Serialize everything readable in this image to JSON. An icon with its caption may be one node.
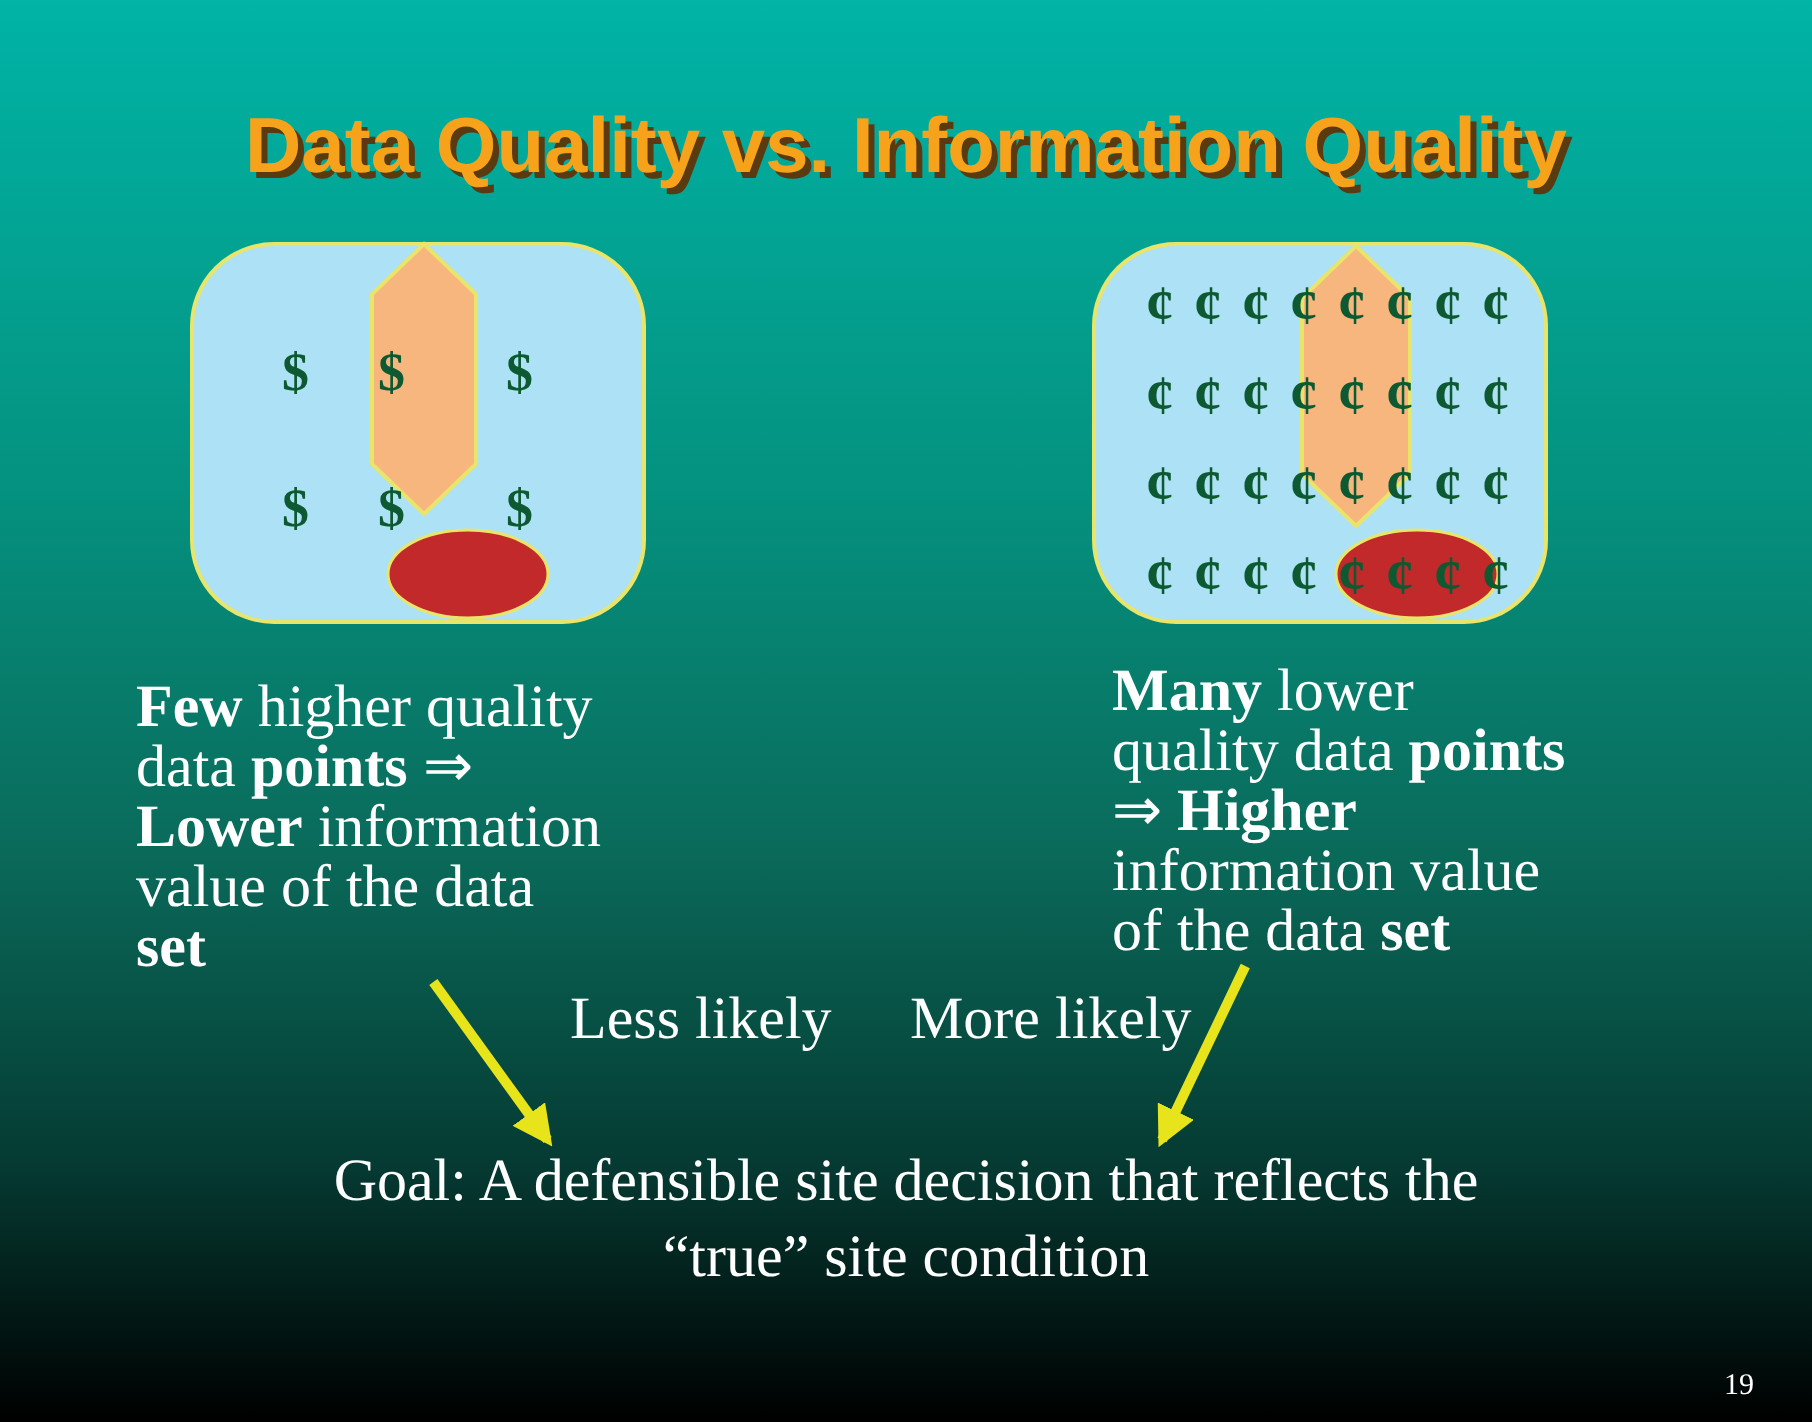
{
  "diagram": {
    "title": "Data Quality vs. Information Quality",
    "nodes": [
      {
        "text": [
          "$",
          "$",
          "$",
          "$",
          "$",
          "$"
        ]
      },
      {
        "text": [
          "¢",
          "¢",
          "¢",
          "¢",
          "¢",
          "¢",
          "¢",
          "¢",
          "¢",
          "¢",
          "¢",
          "¢",
          "¢",
          "¢",
          "¢",
          "¢",
          "¢",
          "¢",
          "¢",
          "¢",
          "¢",
          "¢",
          "¢",
          "¢",
          "¢",
          "¢",
          "¢",
          "¢",
          "¢",
          "¢",
          "¢",
          "¢"
        ]
      },
      {
        "text": [
          "**Few** higher quality data **points** ⇒ **Lower** information value of the data **set**"
        ]
      },
      {
        "text": [
          "**Many** lower quality data **points** ⇒ **Higher** information value of the data **set**"
        ]
      },
      {
        "text": [
          "Goal: A defensible site decision that reflects the “true” site condition"
        ]
      }
    ],
    "edges": [
      {
        "from": 2,
        "to": 4,
        "arrow": "to",
        "label": "Less likely"
      },
      {
        "from": 3,
        "to": 4,
        "arrow": "to",
        "label": "More likely"
      }
    ],
    "labels": [
      "19"
    ]
  }
}
